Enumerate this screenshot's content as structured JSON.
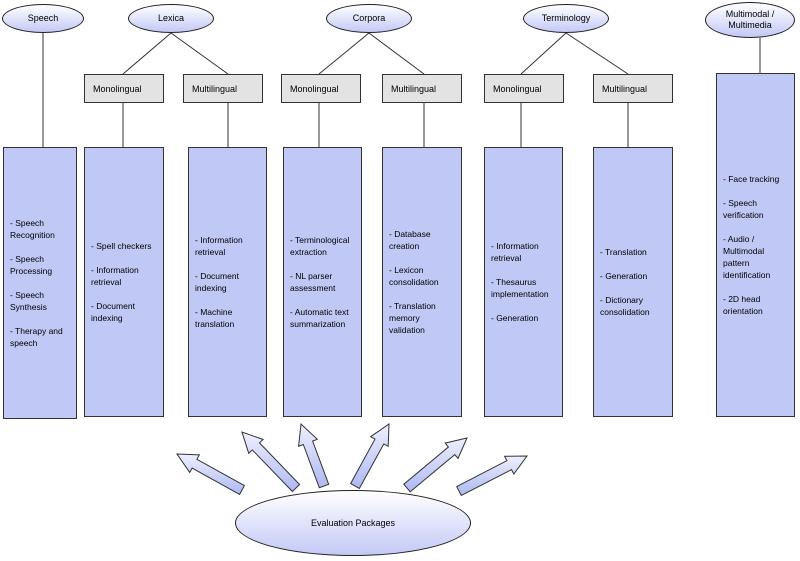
{
  "categories": {
    "speech": "Speech",
    "lexica": "Lexica",
    "corpora": "Corpora",
    "terminology": "Terminology",
    "multimodal": "Multimodal / Multimedia"
  },
  "subheads": {
    "lexica_mono": "Monolingual",
    "lexica_multi": "Multilingual",
    "corpora_mono": "Monolingual",
    "corpora_multi": "Multilingual",
    "terminology_mono": "Monolingual",
    "terminology_multi": "Multilingual"
  },
  "panels": {
    "speech": [
      "- Speech Recognition",
      "- Speech Processing",
      "- Speech Synthesis",
      "- Therapy and speech"
    ],
    "lexica_mono": [
      "- Spell checkers",
      "- Information retrieval",
      "- Document indexing"
    ],
    "lexica_multi": [
      "- Information retrieval",
      "- Document indexing",
      "- Machine translation"
    ],
    "corpora_mono": [
      "- Terminological extraction",
      "- NL parser assessment",
      "- Automatic text summarization"
    ],
    "corpora_multi": [
      "- Database creation",
      "- Lexicon consolidation",
      "- Translation memory validation"
    ],
    "terminology_mono": [
      "- Information retrieval",
      "- Thesaurus implementation",
      "- Generation"
    ],
    "terminology_multi": [
      "- Translation",
      "- Generation",
      "- Dictionary consolidation"
    ],
    "multimodal": [
      "- Face tracking",
      "- Speech verification",
      "- Audio / Multimodal pattern identification",
      "- 2D head orientation"
    ]
  },
  "evaluation": "Evaluation Packages"
}
